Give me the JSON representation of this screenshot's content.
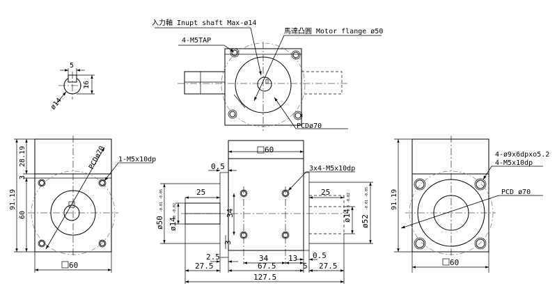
{
  "labels": {
    "input_shaft": "入力軸 Inupt shaft Max-ø14",
    "motor_flange": "馬達凸圓 Motor flange ø50",
    "tap_top": "4-M5TAP",
    "pcd_top": "PCDø70",
    "key_width": "5",
    "key_depth": "16",
    "key_dia": "ø14",
    "left_pcd": "PCDø70",
    "left_m5": "1-M5x10dp",
    "left_28_19": "28.19",
    "left_3": "3",
    "left_91_19": "91.19",
    "left_60v": "60",
    "left_sq60": "60",
    "front_sq60": "60",
    "front_0_5": "0.5",
    "front_3x4": "3x4-M5x10dp",
    "front_25a": "25",
    "front_25b": "25",
    "front_34v": "34",
    "front_3v": "3",
    "front_dia50": "ø50",
    "front_dia50_tol": "-0.01 -0.05",
    "front_dia14": "ø14",
    "front_dia14_tol": "0 -0.02",
    "front_dia14r": "ø14",
    "front_dia14r_tol": "0 -0.02",
    "front_dia52": "ø52",
    "front_dia52_tol": "-0.01 -0.05",
    "front_2_5": "2.5",
    "front_34h": "34",
    "front_13": "13",
    "front_0_5b": "0.5",
    "front_27_5a": "27.5",
    "front_67_5": "67.5",
    "front_5": "5",
    "front_27_5b": "27.5",
    "front_127_5": "127.5",
    "right_holes": "4-ø9x6dpxo5.2",
    "right_m5": "4-M5x10dp",
    "right_pcd": "PCD ø70",
    "right_91_19": "91.19",
    "right_sq60": "60"
  }
}
